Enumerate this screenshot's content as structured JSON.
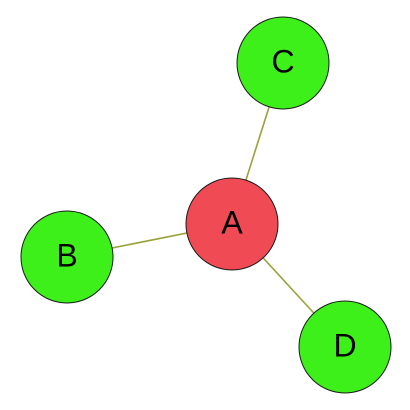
{
  "diagram": {
    "type": "graph",
    "edge_color": "#9aa23a",
    "node_stroke": "#1a1a1a",
    "nodes": [
      {
        "id": "A",
        "label": "A",
        "role": "center",
        "color": "#f04a55"
      },
      {
        "id": "B",
        "label": "B",
        "role": "leaf",
        "color": "#3ef01a"
      },
      {
        "id": "C",
        "label": "C",
        "role": "leaf",
        "color": "#3ef01a"
      },
      {
        "id": "D",
        "label": "D",
        "role": "leaf",
        "color": "#3ef01a"
      }
    ],
    "edges": [
      {
        "from": "A",
        "to": "B"
      },
      {
        "from": "A",
        "to": "C"
      },
      {
        "from": "A",
        "to": "D"
      }
    ]
  }
}
